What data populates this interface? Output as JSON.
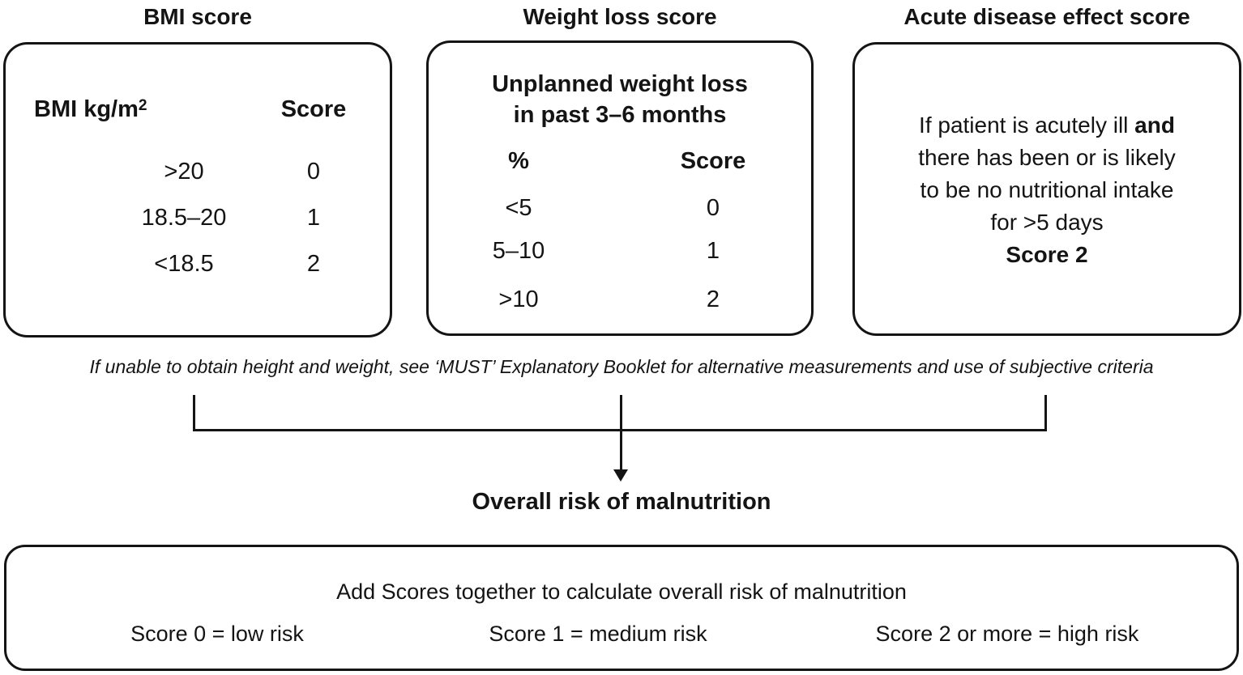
{
  "colors": {
    "ink": "#141414",
    "background": "#ffffff"
  },
  "bmi_box": {
    "title": "BMI score",
    "col1_header": "BMI kg/m",
    "col1_header_sup": "2",
    "col2_header": "Score",
    "rows": [
      {
        "range": ">20",
        "score": "0"
      },
      {
        "range": "18.5–20",
        "score": "1"
      },
      {
        "range": "<18.5",
        "score": "2"
      }
    ]
  },
  "weight_box": {
    "title": "Weight loss score",
    "heading_line1": "Unplanned weight loss",
    "heading_line2": "in past 3–6 months",
    "col1_header": "%",
    "col2_header": "Score",
    "rows": [
      {
        "range": "<5",
        "score": "0"
      },
      {
        "range": "5–10",
        "score": "1"
      },
      {
        "range": ">10",
        "score": "2"
      }
    ]
  },
  "acute_box": {
    "title": "Acute disease effect score",
    "line1_normal": "If patient is acutely ill ",
    "line1_bold": "and",
    "line2": "there has been or is likely",
    "line3": "to be no nutritional intake",
    "line4": "for >5 days",
    "score_bold": "Score 2"
  },
  "note": "If unable to obtain height and weight, see ‘MUST’ Explanatory Booklet for alternative measurements and use of subjective criteria",
  "overall": {
    "title": "Overall risk of malnutrition",
    "instruction": "Add Scores together to calculate overall risk of malnutrition",
    "levels": [
      {
        "label": "Score 0 = low risk"
      },
      {
        "label": "Score 1 = medium risk"
      },
      {
        "label": "Score 2 or more = high risk"
      }
    ]
  }
}
